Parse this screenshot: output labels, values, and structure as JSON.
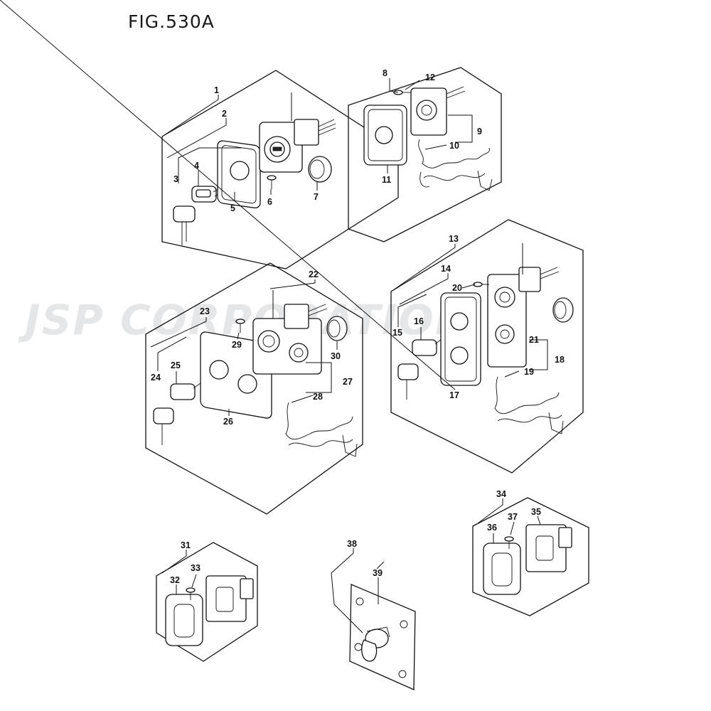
{
  "title": "FIG.530A",
  "watermark": "JSP CORPORATION",
  "callouts": [
    "1",
    "2",
    "3",
    "4",
    "5",
    "6",
    "7",
    "8",
    "9",
    "10",
    "11",
    "12",
    "13",
    "14",
    "15",
    "16",
    "17",
    "18",
    "19",
    "20",
    "21",
    "22",
    "23",
    "24",
    "25",
    "26",
    "27",
    "28",
    "29",
    "30",
    "31",
    "32",
    "33",
    "34",
    "35",
    "36",
    "37",
    "38",
    "39"
  ]
}
